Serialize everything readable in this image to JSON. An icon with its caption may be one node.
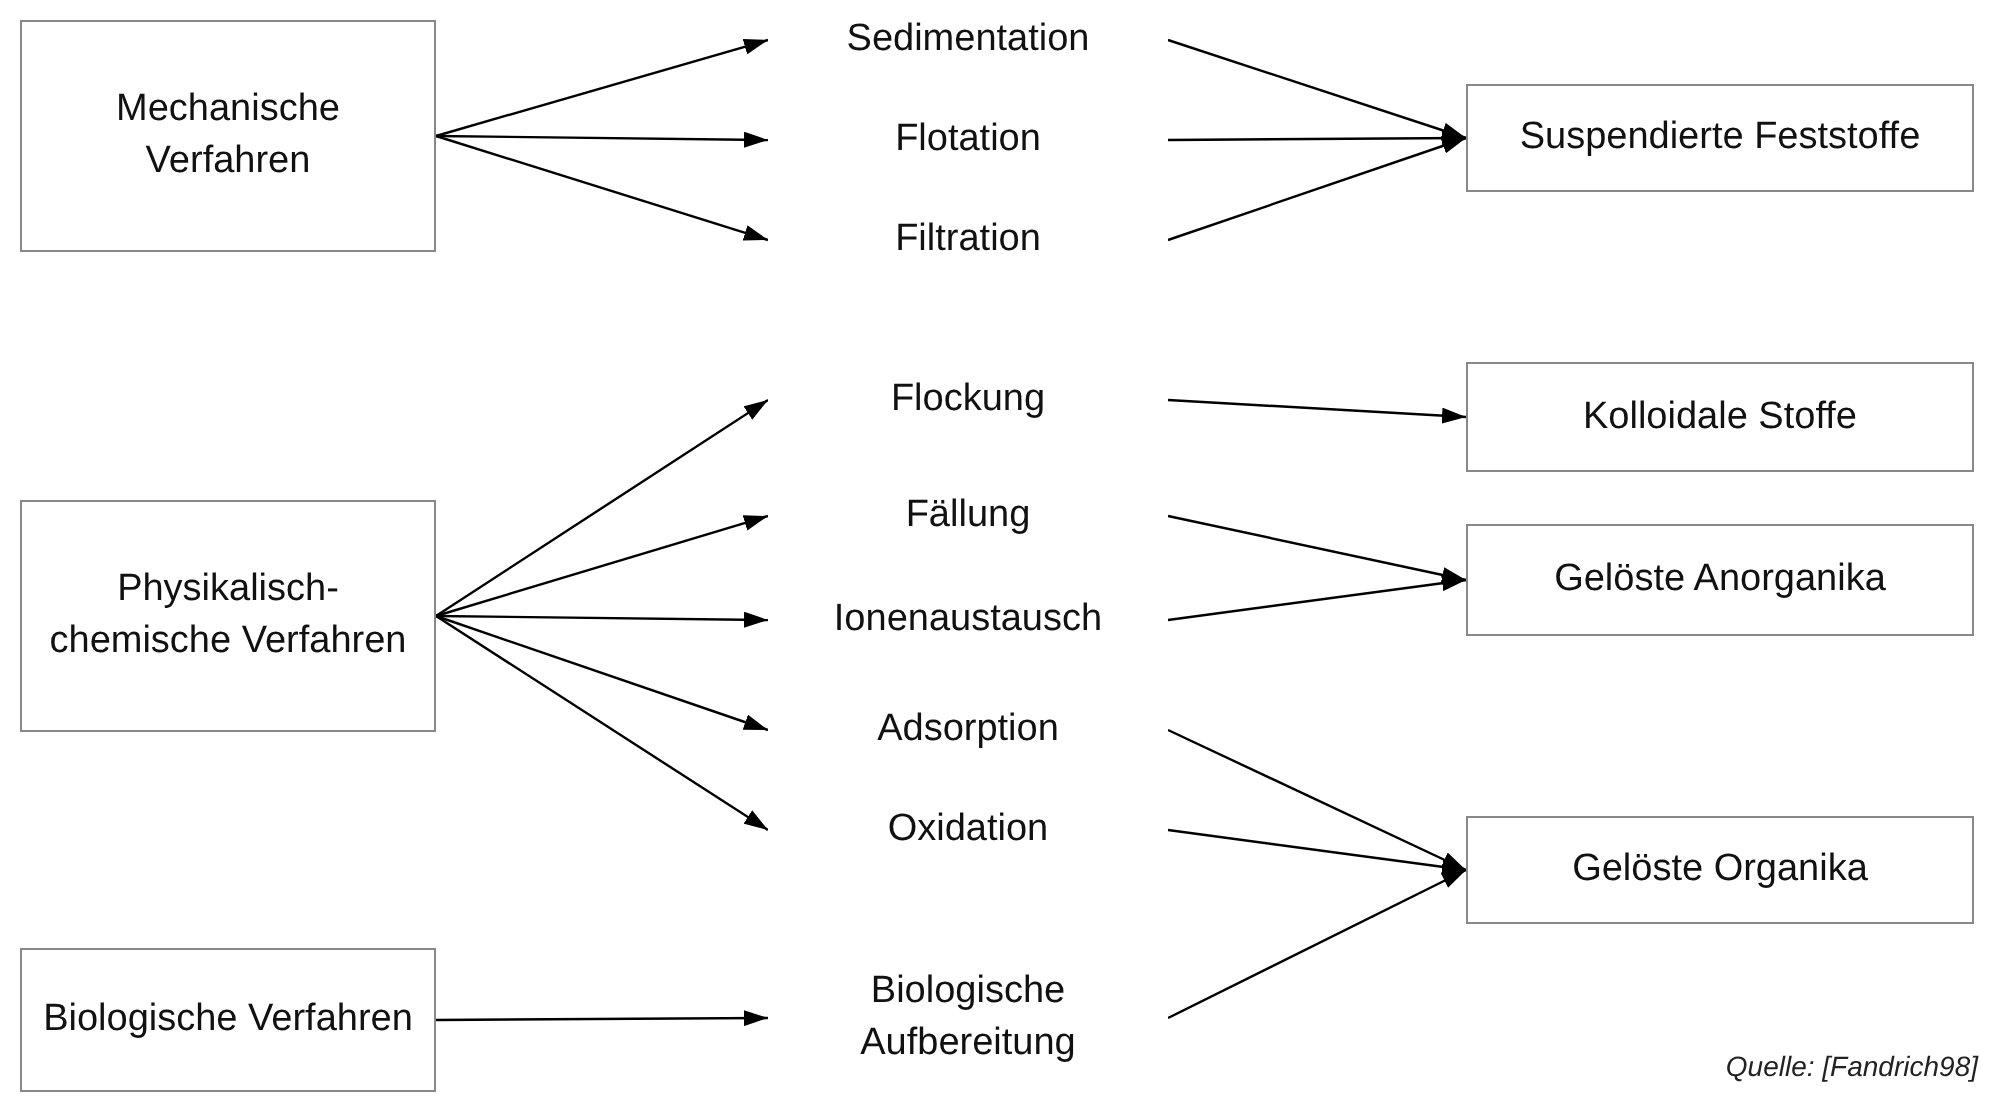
{
  "diagram": {
    "caption": "Quelle: [Fandrich98]",
    "nodes": [
      {
        "text": [
          "Mechanische Verfahren"
        ]
      },
      {
        "text": [
          "Sedimentation"
        ]
      },
      {
        "text": [
          "Flotation"
        ]
      },
      {
        "text": [
          "Filtration"
        ]
      },
      {
        "text": [
          "Suspendierte Feststoffe"
        ]
      },
      {
        "text": [
          "Physikalisch-chemische Verfahren"
        ]
      },
      {
        "text": [
          "Flockung"
        ]
      },
      {
        "text": [
          "Fällung"
        ]
      },
      {
        "text": [
          "Ionenaustausch"
        ]
      },
      {
        "text": [
          "Adsorption"
        ]
      },
      {
        "text": [
          "Oxidation"
        ]
      },
      {
        "text": [
          "Kolloidale Stoffe"
        ]
      },
      {
        "text": [
          "Gelöste Anorganika"
        ]
      },
      {
        "text": [
          "Gelöste Organika"
        ]
      },
      {
        "text": [
          "Biologische Verfahren"
        ]
      },
      {
        "text": [
          "Biologische Aufbereitung"
        ]
      }
    ],
    "edges": [
      {
        "from": 0,
        "to": 1,
        "arrow": "to"
      },
      {
        "from": 0,
        "to": 2,
        "arrow": "to"
      },
      {
        "from": 0,
        "to": 3,
        "arrow": "to"
      },
      {
        "from": 1,
        "to": 4,
        "arrow": "to"
      },
      {
        "from": 2,
        "to": 4,
        "arrow": "to"
      },
      {
        "from": 3,
        "to": 4,
        "arrow": "to"
      },
      {
        "from": 5,
        "to": 6,
        "arrow": "to"
      },
      {
        "from": 5,
        "to": 7,
        "arrow": "to"
      },
      {
        "from": 5,
        "to": 8,
        "arrow": "to"
      },
      {
        "from": 5,
        "to": 9,
        "arrow": "to"
      },
      {
        "from": 5,
        "to": 10,
        "arrow": "to"
      },
      {
        "from": 6,
        "to": 11,
        "arrow": "to"
      },
      {
        "from": 7,
        "to": 12,
        "arrow": "to"
      },
      {
        "from": 8,
        "to": 12,
        "arrow": "to"
      },
      {
        "from": 9,
        "to": 13,
        "arrow": "to"
      },
      {
        "from": 10,
        "to": 13,
        "arrow": "to"
      },
      {
        "from": 14,
        "to": 15,
        "arrow": "to"
      },
      {
        "from": 15,
        "to": 13,
        "arrow": "to"
      }
    ]
  }
}
